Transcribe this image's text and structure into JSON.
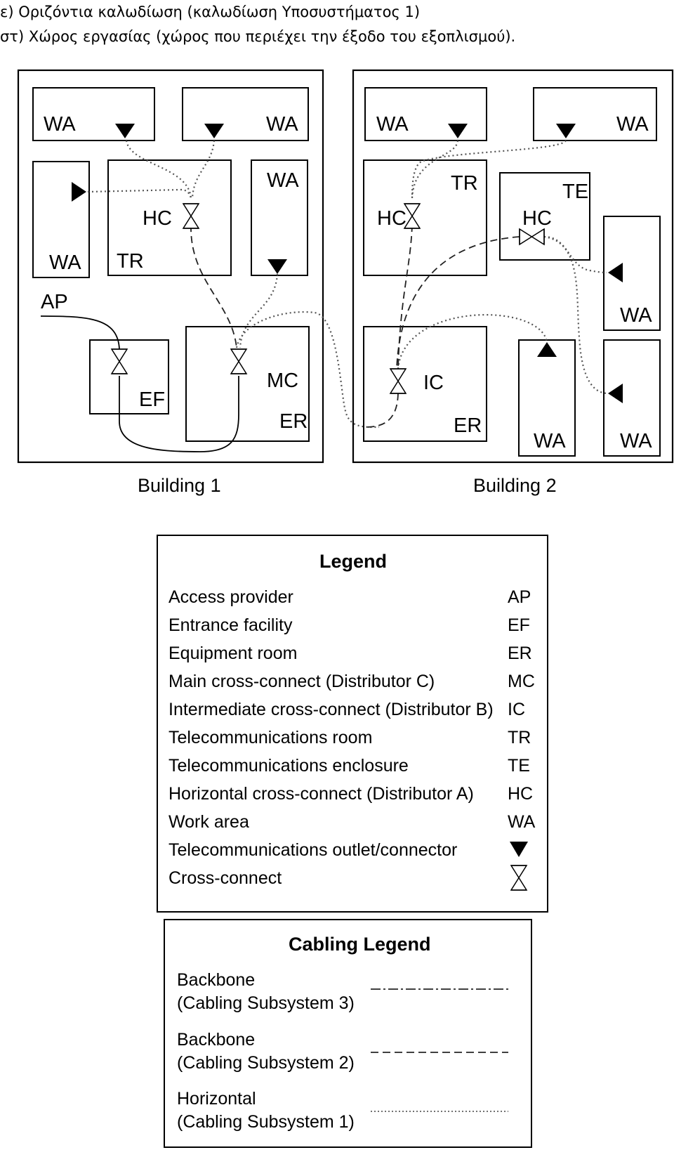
{
  "intro": {
    "line_e": "ε) Οριζόντια καλωδίωση (καλωδίωση Υποσυστήματος 1)",
    "line_st": "στ) Χώρος εργασίας (χώρος που περιέχει την έξοδο του εξοπλισμού)."
  },
  "diagram": {
    "building1": {
      "caption": "Building 1",
      "wa_top_left": "WA",
      "wa_top_right": "WA",
      "wa_left": "WA",
      "wa_right": "WA",
      "hc": "HC",
      "tr": "TR",
      "ap": "AP",
      "ef": "EF",
      "mc": "MC",
      "er": "ER"
    },
    "building2": {
      "caption": "Building 2",
      "wa_top_left": "WA",
      "wa_top_right": "WA",
      "hc_tr": "HC",
      "tr": "TR",
      "te": "TE",
      "hc_te": "HC",
      "wa_right_upper": "WA",
      "ic": "IC",
      "er": "ER",
      "wa_bottom_mid": "WA",
      "wa_bottom_right": "WA"
    }
  },
  "legend": {
    "title": "Legend",
    "items": [
      {
        "label": "Access provider",
        "code": "AP"
      },
      {
        "label": "Entrance facility",
        "code": "EF"
      },
      {
        "label": "Equipment room",
        "code": "ER"
      },
      {
        "label": "Main cross-connect (Distributor C)",
        "code": "MC"
      },
      {
        "label": "Intermediate cross-connect (Distributor B)",
        "code": "IC"
      },
      {
        "label": "Telecommunications room",
        "code": "TR"
      },
      {
        "label": "Telecommunications enclosure",
        "code": "TE"
      },
      {
        "label": "Horizontal cross-connect (Distributor A)",
        "code": "HC"
      },
      {
        "label": "Work area",
        "code": "WA"
      },
      {
        "label": "Telecommunications outlet/connector",
        "code": ""
      },
      {
        "label": "Cross-connect",
        "code": ""
      }
    ]
  },
  "cabling_legend": {
    "title": "Cabling Legend",
    "items": [
      {
        "line1": "Backbone",
        "line2": "(Cabling Subsystem 3)"
      },
      {
        "line1": "Backbone",
        "line2": "(Cabling Subsystem 2)"
      },
      {
        "line1": "Horizontal",
        "line2": "(Cabling Subsystem 1)"
      }
    ]
  },
  "colors": {
    "ink": "#000000",
    "dotted_cable": "#555555",
    "background": "#ffffff"
  },
  "icons": {
    "outlet": "outlet-triangle-icon",
    "cross_connect": "cross-connect-icon"
  }
}
